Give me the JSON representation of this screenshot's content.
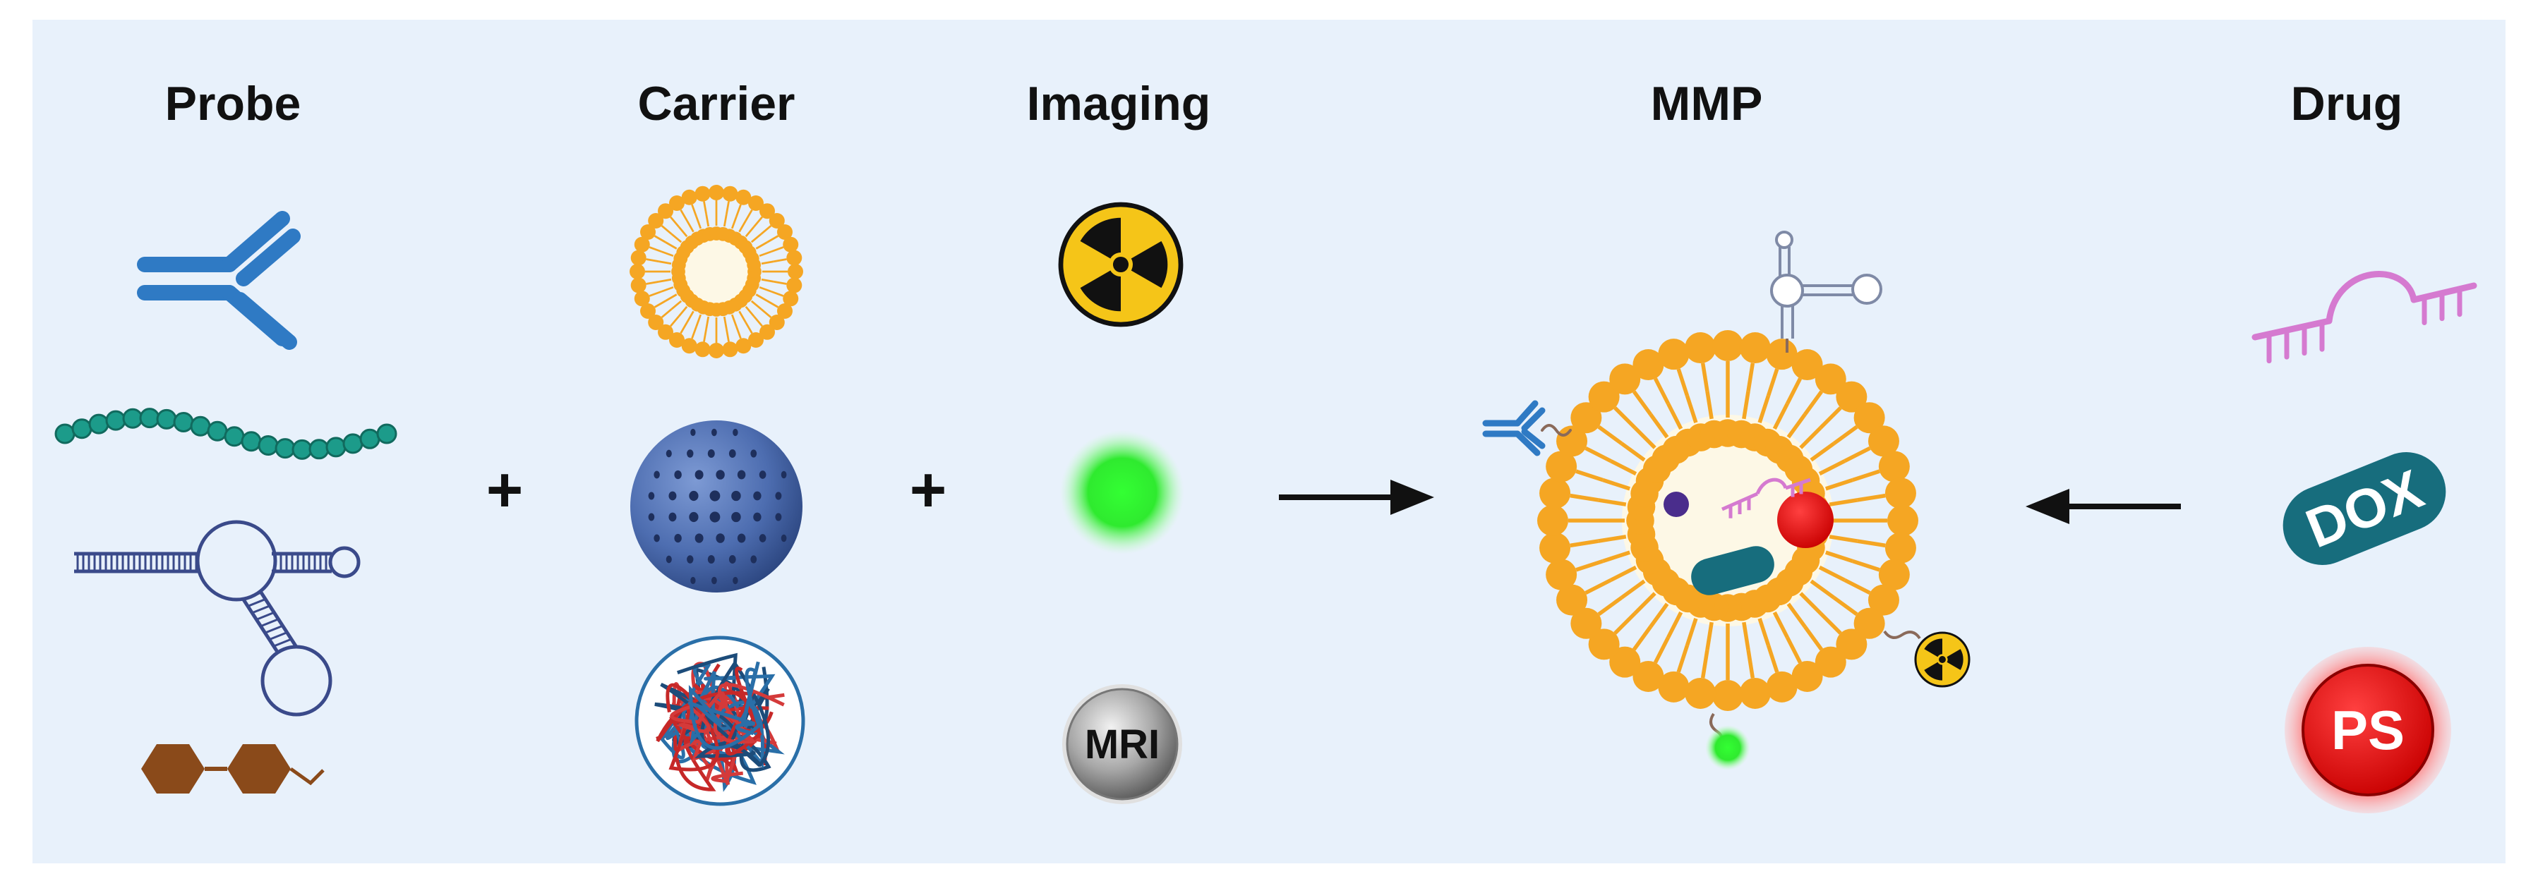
{
  "headers": {
    "probe": "Probe",
    "carrier": "Carrier",
    "imaging": "Imaging",
    "mmp": "MMP",
    "drug": "Drug"
  },
  "operators": {
    "plus1": "+",
    "plus2": "+"
  },
  "labels": {
    "mri": "MRI",
    "dox": "DOX",
    "ps": "PS"
  },
  "icons": {
    "probe": [
      "antibody-icon",
      "peptide-chain-icon",
      "aptamer-icon",
      "polysaccharide-icon"
    ],
    "carrier": [
      "liposome-icon",
      "porous-nanoparticle-icon",
      "polymer-nanoparticle-icon"
    ],
    "imaging": [
      "radioactive-icon",
      "fluorescence-icon",
      "mri-contrast-icon"
    ],
    "drug": [
      "nucleic-acid-drug-icon",
      "dox-capsule-icon",
      "photosensitizer-icon"
    ]
  },
  "colors": {
    "background": "#e8f1fb",
    "antibody": "#2f7ac4",
    "peptide": "#1c9b8a",
    "aptamer": "#3a4a8a",
    "sugar": "#8a4a1a",
    "lipid": "#f5a623",
    "radio": "#f5c518",
    "fluor": "#33ee33",
    "nucleic": "#d57ad0",
    "dox": "#176d7d",
    "ps": "#e00000"
  }
}
